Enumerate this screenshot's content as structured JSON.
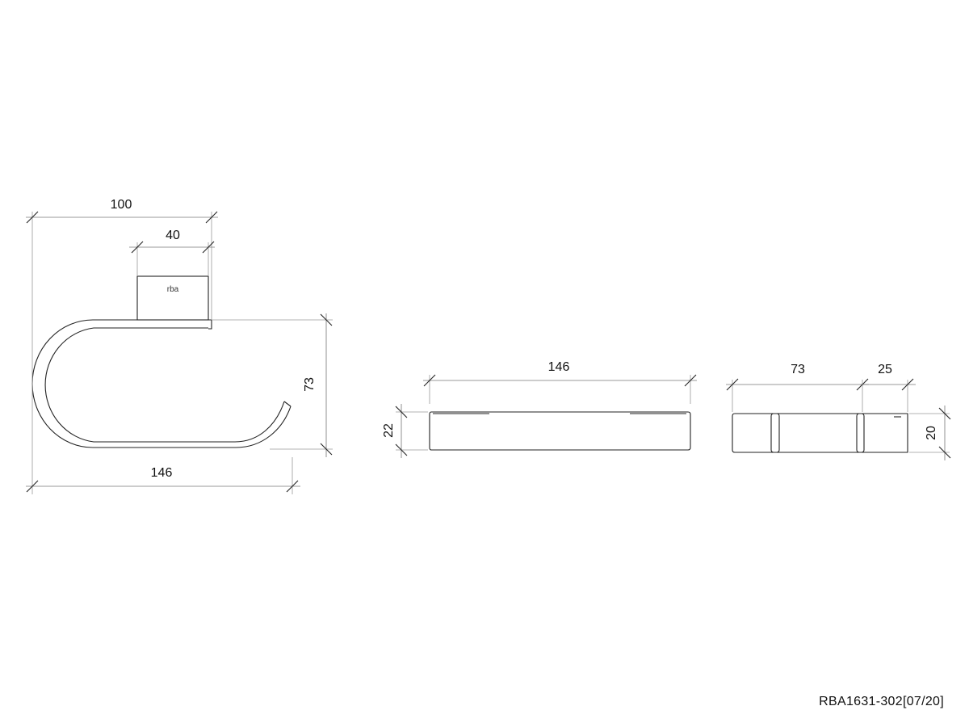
{
  "drawing": {
    "code": "RBA1631-302[07/20]",
    "front_view": {
      "logo": "rba",
      "dim_total_width": "100",
      "dim_block_width": "40",
      "dim_height": "73",
      "dim_length": "146"
    },
    "top_view": {
      "dim_length": "146",
      "dim_depth": "22"
    },
    "side_view": {
      "dim_width": "73",
      "dim_block": "25",
      "dim_height": "20"
    }
  }
}
